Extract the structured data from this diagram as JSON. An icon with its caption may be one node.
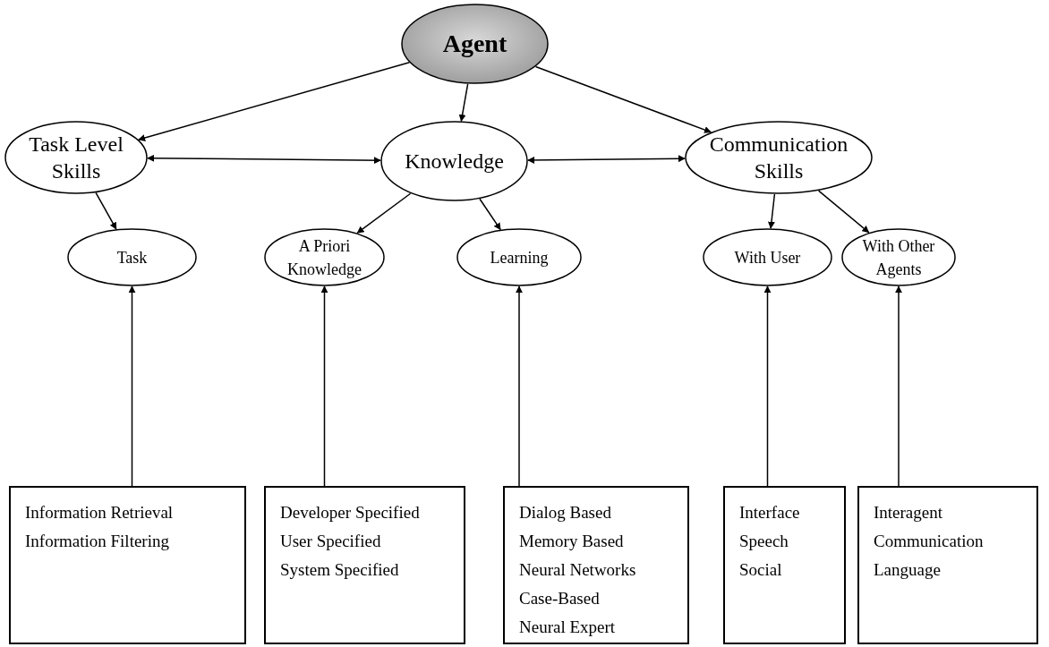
{
  "diagram": {
    "nodes": [
      {
        "text": [
          "Agent"
        ]
      },
      {
        "text": [
          "Task Level Skills"
        ]
      },
      {
        "text": [
          "Knowledge"
        ]
      },
      {
        "text": [
          "Communication Skills"
        ]
      },
      {
        "text": [
          "Task"
        ]
      },
      {
        "text": [
          "A Priori Knowledge"
        ]
      },
      {
        "text": [
          "Learning"
        ]
      },
      {
        "text": [
          "With User"
        ]
      },
      {
        "text": [
          "With Other Agents"
        ]
      },
      {
        "text": [
          "Information Retrieval",
          "Information Filtering"
        ]
      },
      {
        "text": [
          "Developer Specified",
          "User Specified",
          "System Specified"
        ]
      },
      {
        "text": [
          "Dialog Based",
          "Memory Based",
          "Neural Networks",
          "Case-Based",
          "Neural Expert"
        ]
      },
      {
        "text": [
          "Interface",
          "Speech",
          "Social"
        ]
      },
      {
        "text": [
          "Interagent Communication Language"
        ]
      }
    ],
    "edges": [
      {
        "from": 0,
        "to": 1,
        "arrow": "to"
      },
      {
        "from": 0,
        "to": 2,
        "arrow": "to"
      },
      {
        "from": 0,
        "to": 3,
        "arrow": "to"
      },
      {
        "from": 1,
        "to": 2,
        "arrow": "both"
      },
      {
        "from": 2,
        "to": 3,
        "arrow": "both"
      },
      {
        "from": 1,
        "to": 4,
        "arrow": "to"
      },
      {
        "from": 2,
        "to": 5,
        "arrow": "to"
      },
      {
        "from": 2,
        "to": 6,
        "arrow": "to"
      },
      {
        "from": 3,
        "to": 7,
        "arrow": "to"
      },
      {
        "from": 3,
        "to": 8,
        "arrow": "to"
      },
      {
        "from": 9,
        "to": 4,
        "arrow": "to"
      },
      {
        "from": 10,
        "to": 5,
        "arrow": "to"
      },
      {
        "from": 11,
        "to": 6,
        "arrow": "to"
      },
      {
        "from": 12,
        "to": 7,
        "arrow": "to"
      },
      {
        "from": 13,
        "to": 8,
        "arrow": "to"
      }
    ]
  }
}
